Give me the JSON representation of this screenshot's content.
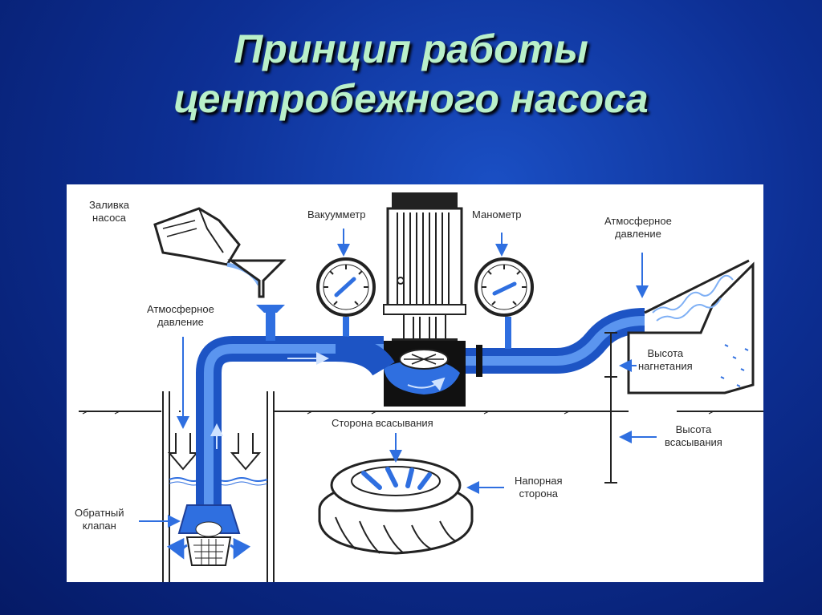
{
  "title": {
    "line1": "Принцип работы",
    "line2": "центробежного насоса"
  },
  "labels": {
    "priming": [
      "Заливка",
      "насоса"
    ],
    "vacuum_gauge": "Вакуумметр",
    "pressure_gauge": "Манометр",
    "atm_pressure_left": [
      "Атмосферное",
      "давление"
    ],
    "atm_pressure_right": [
      "Атмосферное",
      "давление"
    ],
    "discharge_head": [
      "Высота",
      "нагнетания"
    ],
    "suction_head": [
      "Высота",
      "всасывания"
    ],
    "suction_side": "Сторона всасывания",
    "pressure_side": [
      "Напорная",
      "сторона"
    ],
    "check_valve": [
      "Обратный",
      "клапан"
    ]
  },
  "colors": {
    "water": "#2f6fe0",
    "water_light": "#7fb0f5",
    "title_text": "#b9f0c9",
    "background": "#0d2f94"
  }
}
